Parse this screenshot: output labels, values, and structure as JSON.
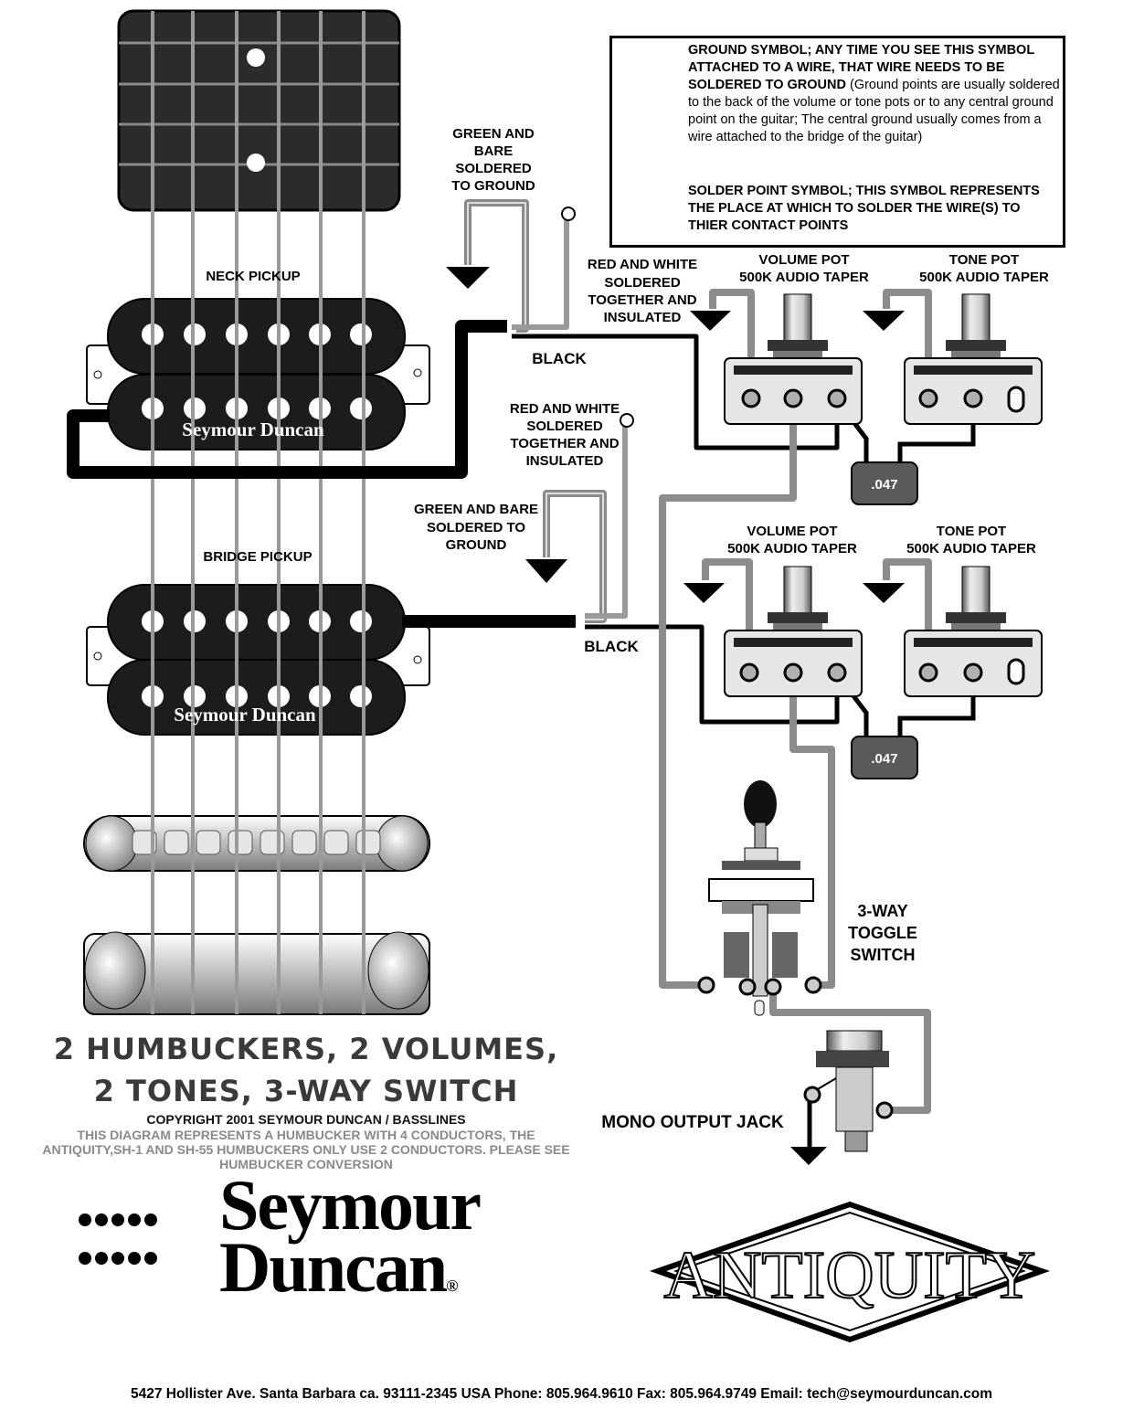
{
  "legend": {
    "ground_heading": "GROUND SYMBOL; ANY TIME YOU SEE THIS SYMBOL ATTACHED TO A WIRE, THAT WIRE NEEDS TO BE SOLDERED TO GROUND",
    "ground_detail": "(Ground points are usually soldered to the back of the volume or tone pots or to any central ground point on the guitar; The central ground usually comes from a wire attached to the bridge of the guitar)",
    "solder_text": "SOLDER POINT SYMBOL; THIS SYMBOL REPRESENTS THE PLACE AT WHICH TO SOLDER THE WIRE(S) TO THIER CONTACT POINTS"
  },
  "labels": {
    "neck_pickup": "NECK PICKUP",
    "bridge_pickup": "BRIDGE PICKUP",
    "pickup_brand": "Seymour Duncan",
    "neck_ground": [
      "GREEN AND",
      "BARE",
      "SOLDERED",
      "TO GROUND"
    ],
    "neck_hot": [
      "RED AND WHITE",
      "SOLDERED",
      "TOGETHER AND",
      "INSULATED"
    ],
    "neck_black": "BLACK",
    "bridge_hot": [
      "RED AND WHITE",
      "SOLDERED",
      "TOGETHER AND",
      "INSULATED"
    ],
    "bridge_ground": [
      "GREEN AND BARE",
      "SOLDERED TO",
      "GROUND"
    ],
    "bridge_black": "BLACK",
    "volume_pot": [
      "VOLUME POT",
      "500K AUDIO TAPER"
    ],
    "tone_pot": [
      "TONE POT",
      "500K AUDIO TAPER"
    ],
    "cap_value": ".047",
    "toggle": [
      "3-WAY",
      "TOGGLE",
      "SWITCH"
    ],
    "jack": "MONO OUTPUT JACK"
  },
  "title": {
    "line1": "2 HUMBUCKERS, 2 VOLUMES,",
    "line2": "2 TONES, 3-WAY SWITCH",
    "copyright": "COPYRIGHT 2001 SEYMOUR DUNCAN / BASSLINES",
    "note": "THIS DIAGRAM REPRESENTS A HUMBUCKER WITH 4 CONDUCTORS, THE ANTIQUITY,SH-1 AND SH-55 HUMBUCKERS ONLY USE 2 CONDUCTORS. PLEASE SEE HUMBUCKER CONVERSION"
  },
  "logos": {
    "brand_line1": "Seymour",
    "brand_line2": "Duncan",
    "reg": "®",
    "antiquity": "ANTIQUITY"
  },
  "footer": "5427 Hollister Ave. Santa Barbara ca. 93111-2345 USA  Phone: 805.964.9610  Fax: 805.964.9749   Email: tech@seymourduncan.com"
}
